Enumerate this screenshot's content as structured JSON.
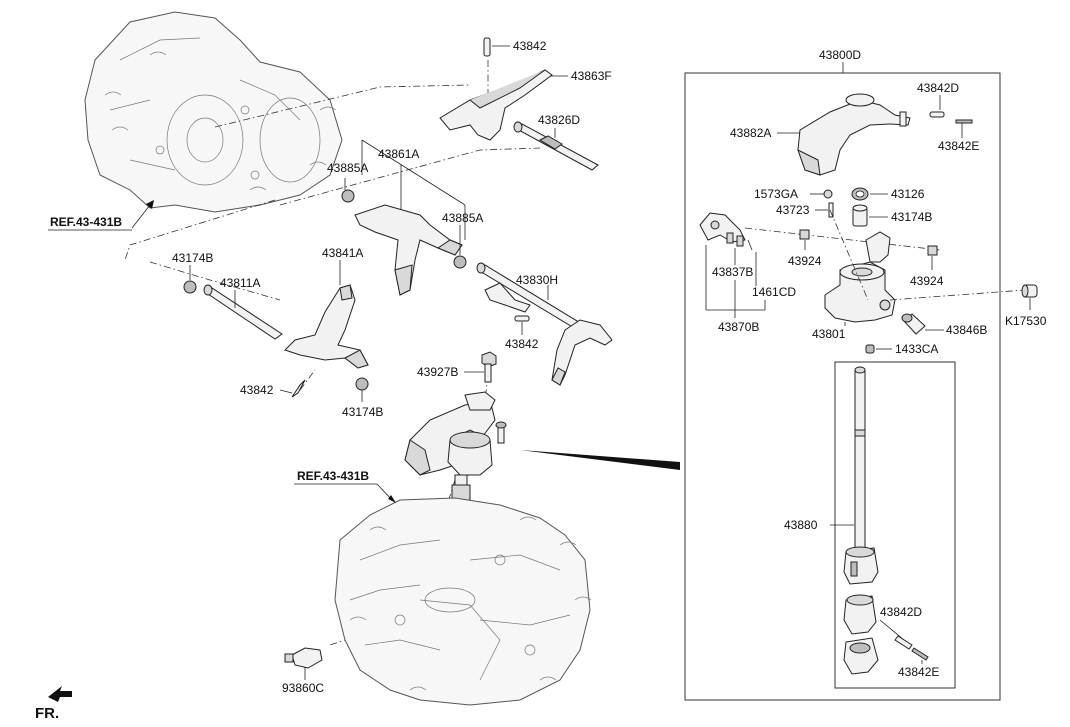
{
  "labels": {
    "p43842_top": "43842",
    "p43863F": "43863F",
    "p43826D": "43826D",
    "p43885A_l": "43885A",
    "p43861A": "43861A",
    "p43885A_r": "43885A",
    "p43174B_l": "43174B",
    "p43811A": "43811A",
    "p43841A": "43841A",
    "p43830H": "43830H",
    "p43842_mid": "43842",
    "p43842_low": "43842",
    "p43174B_low": "43174B",
    "p43927B": "43927B",
    "p93860C": "93860C",
    "p43800D": "43800D",
    "p43842D_top": "43842D",
    "p43882A": "43882A",
    "p43842E_top": "43842E",
    "p1573GA": "1573GA",
    "p43126": "43126",
    "p43723": "43723",
    "p43174B_r": "43174B",
    "p43924_l": "43924",
    "p43924_r": "43924",
    "p43837B": "43837B",
    "p1461CD": "1461CD",
    "p43870B": "43870B",
    "p43801": "43801",
    "p43846B": "43846B",
    "pK17530": "K17530",
    "p1433CA": "1433CA",
    "p43880": "43880",
    "p43842D_low": "43842D",
    "p43842E_low": "43842E"
  },
  "refs": {
    "ref_upper": "REF.43-431B",
    "ref_lower": "REF.43-431B"
  },
  "fr": "FR."
}
